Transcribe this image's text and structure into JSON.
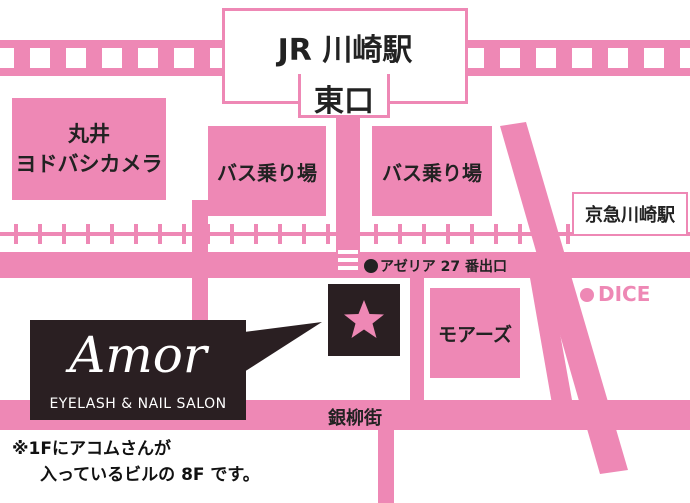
{
  "colors": {
    "road": "#ee88b5",
    "block": "#ee88b5",
    "dark_panel": "#2a1f22",
    "station_border": "#ee88b5",
    "text": "#222222",
    "white": "#ffffff"
  },
  "station": {
    "line1": "JR 川崎駅",
    "line2": "東口"
  },
  "blocks": {
    "marui": {
      "line1": "丸井",
      "line2": "ヨドバシカメラ"
    },
    "bus_left": "バス乗り場",
    "bus_right": "バス乗り場",
    "moazu": "モアーズ"
  },
  "labels": {
    "keikyu": "京急川崎駅",
    "azeria": "アゼリア 27 番出口",
    "dice": "DICE",
    "street": "銀柳街"
  },
  "salon": {
    "logo": "Amor",
    "subtitle": "EYELASH & NAIL SALON"
  },
  "note": {
    "line1": "※1Fにアコムさんが",
    "line2": "入っているビルの 8F です。"
  },
  "icons": {
    "star": "star-icon",
    "dot": "dot-icon"
  }
}
